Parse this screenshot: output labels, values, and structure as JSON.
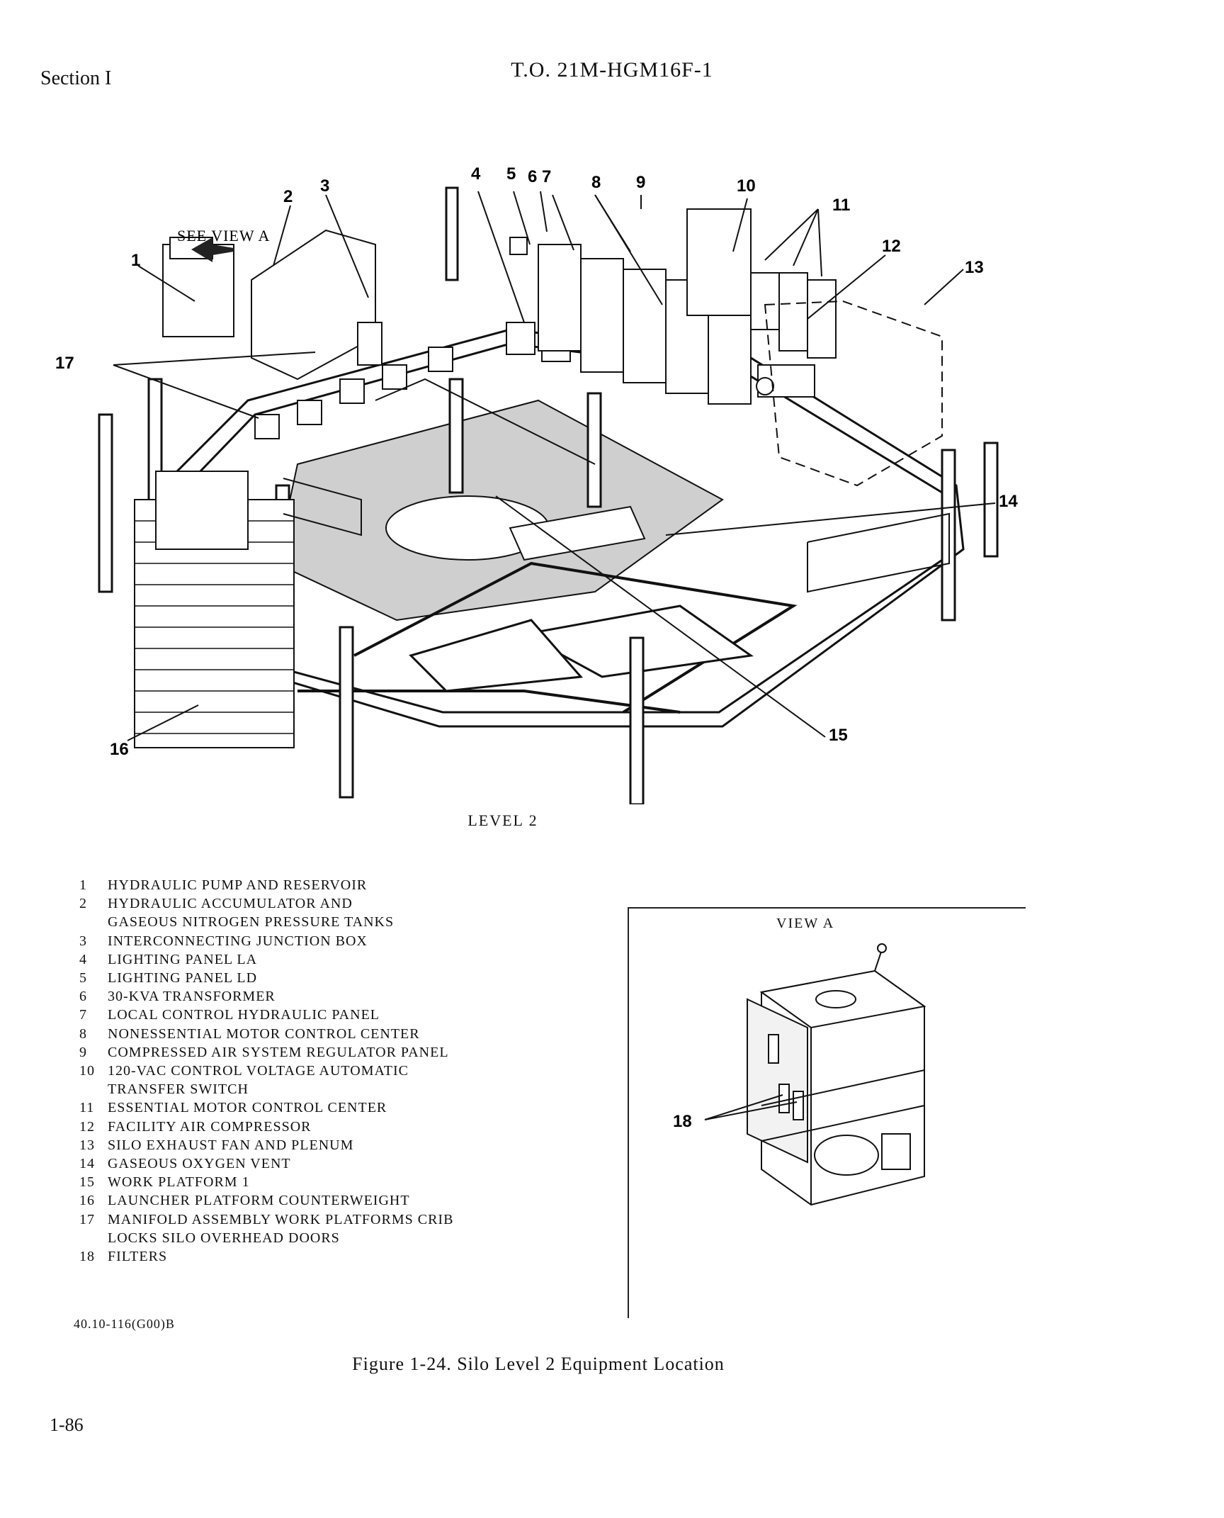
{
  "header": {
    "section": "Section I",
    "to_number": "T.O. 21M-HGM16F-1"
  },
  "figure": {
    "see_view": "SEE VIEW A",
    "level_label": "LEVEL 2",
    "callouts": [
      "1",
      "2",
      "3",
      "4",
      "5",
      "6",
      "7",
      "8",
      "9",
      "10",
      "11",
      "12",
      "13",
      "14",
      "15",
      "16",
      "17"
    ]
  },
  "legend": [
    {
      "num": "1",
      "text": "HYDRAULIC PUMP AND RESERVOIR"
    },
    {
      "num": "2",
      "text": "HYDRAULIC ACCUMULATOR AND"
    },
    {
      "num": "",
      "text": "GASEOUS NITROGEN PRESSURE TANKS"
    },
    {
      "num": "3",
      "text": "INTERCONNECTING JUNCTION BOX"
    },
    {
      "num": "4",
      "text": "LIGHTING PANEL LA"
    },
    {
      "num": "5",
      "text": "LIGHTING PANEL LD"
    },
    {
      "num": "6",
      "text": "30-KVA TRANSFORMER"
    },
    {
      "num": "7",
      "text": "LOCAL CONTROL HYDRAULIC PANEL"
    },
    {
      "num": "8",
      "text": "NONESSENTIAL MOTOR CONTROL CENTER"
    },
    {
      "num": "9",
      "text": "COMPRESSED AIR SYSTEM REGULATOR PANEL"
    },
    {
      "num": "10",
      "text": "120-VAC CONTROL VOLTAGE AUTOMATIC"
    },
    {
      "num": "",
      "text": "TRANSFER SWITCH"
    },
    {
      "num": "11",
      "text": "ESSENTIAL MOTOR CONTROL CENTER"
    },
    {
      "num": "12",
      "text": "FACILITY AIR COMPRESSOR"
    },
    {
      "num": "13",
      "text": "SILO EXHAUST FAN AND PLENUM"
    },
    {
      "num": "14",
      "text": "GASEOUS OXYGEN VENT"
    },
    {
      "num": "15",
      "text": "WORK PLATFORM 1"
    },
    {
      "num": "16",
      "text": "LAUNCHER PLATFORM COUNTERWEIGHT"
    },
    {
      "num": "17",
      "text": "MANIFOLD ASSEMBLY WORK PLATFORMS CRIB"
    },
    {
      "num": "",
      "text": "LOCKS SILO OVERHEAD DOORS"
    },
    {
      "num": "18",
      "text": "FILTERS"
    }
  ],
  "view_a": {
    "title": "VIEW A",
    "callout": "18"
  },
  "footer": {
    "code": "40.10-116(G00)B",
    "caption": "Figure 1-24.  Silo Level 2 Equipment Location",
    "page_number": "1-86"
  }
}
